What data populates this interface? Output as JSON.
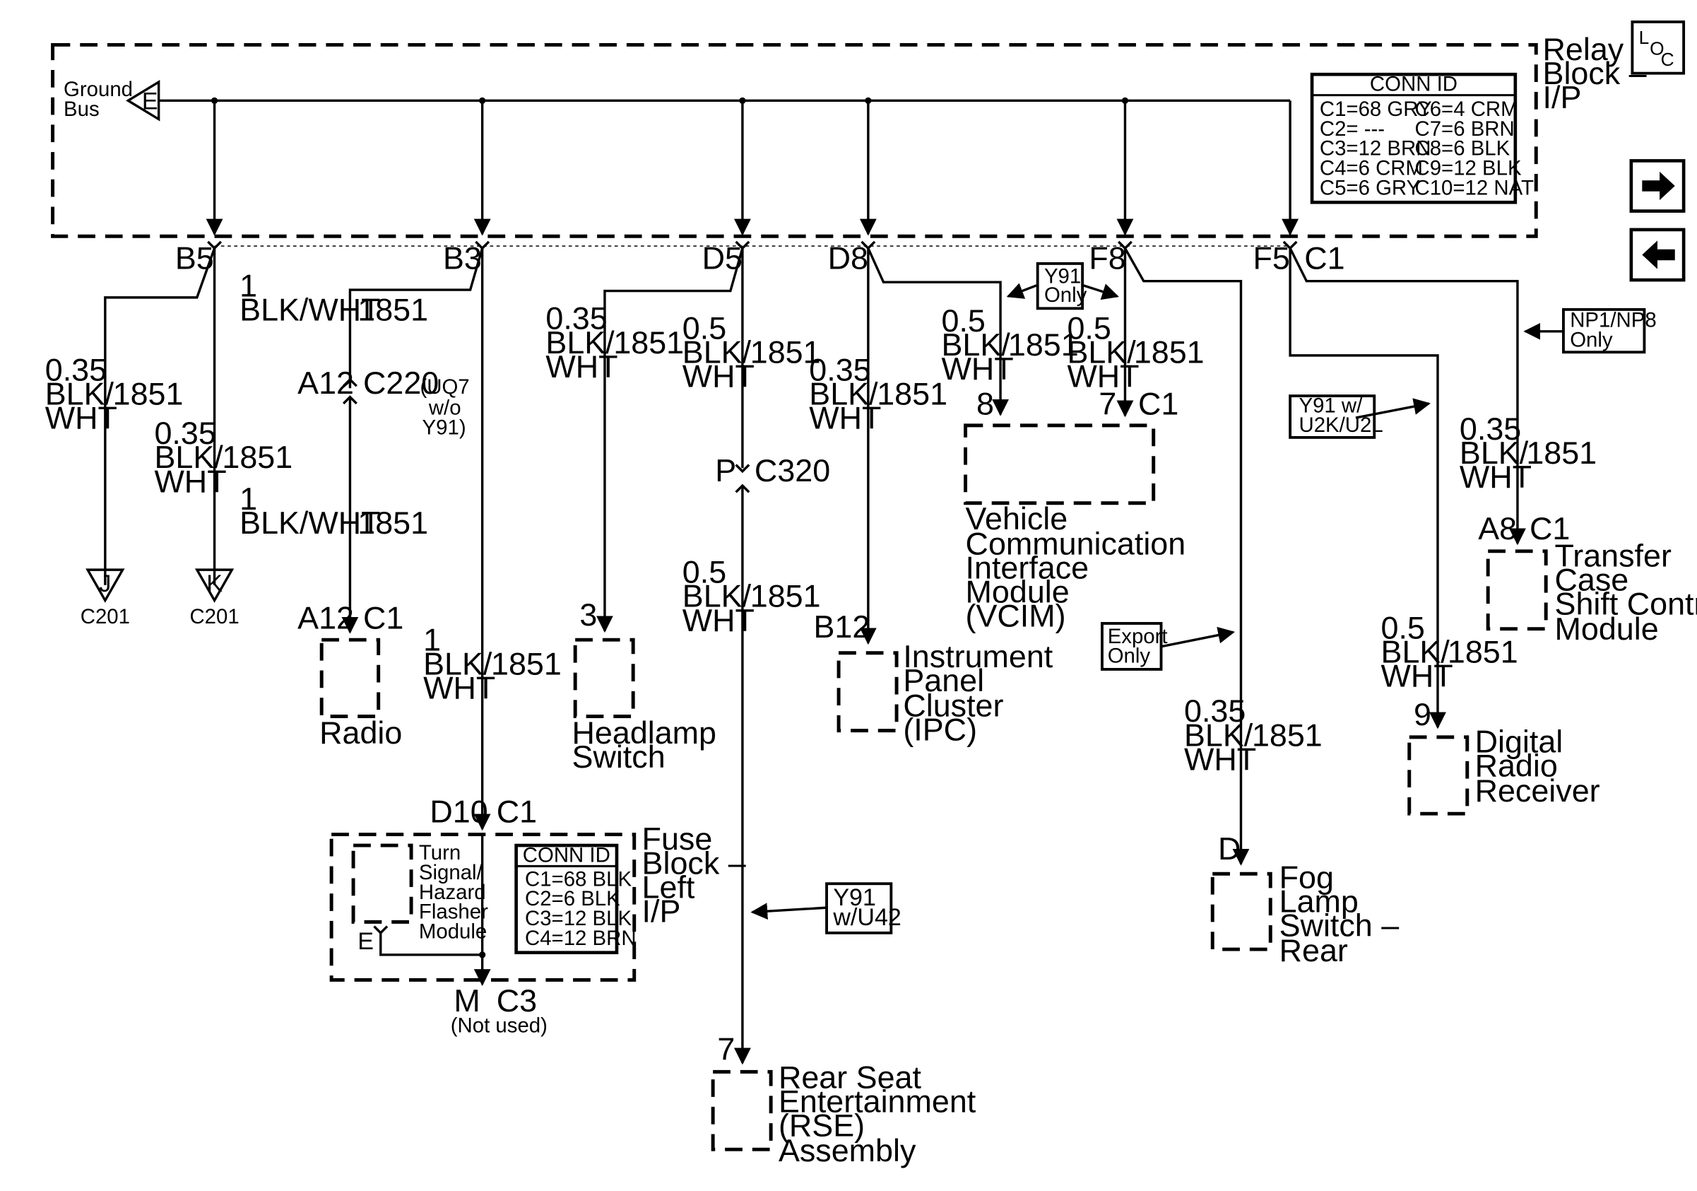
{
  "relay_block": {
    "title_lines": [
      "Relay",
      "Block –",
      "I/P"
    ],
    "ground_bus_lines": [
      "Ground",
      "Bus"
    ],
    "ground_pin": "E",
    "conn_id": {
      "header": "CONN ID",
      "left": [
        "C1=68 GRY",
        "C2= ---",
        "C3=12 BRN",
        "C4=6 CRM",
        "C5=6 GRY"
      ],
      "right": [
        "C6=4 CRM",
        "C7=6 BRN",
        "C8=6 BLK",
        "C9=12 BLK",
        "C10=12 NAT"
      ]
    },
    "pins": [
      "B5",
      "B3",
      "D5",
      "D8",
      "F8",
      "F5",
      "C1"
    ]
  },
  "loc_icon": {
    "l": "L",
    "o": "O",
    "c": "C"
  },
  "nav": {
    "next": "➡",
    "prev": "⬅"
  },
  "wires": {
    "b5": [
      "0.35",
      "BLK/",
      "WHT",
      "1851"
    ],
    "k": [
      "0.35",
      "BLK/",
      "WHT",
      "1851"
    ],
    "b3_top": [
      "1",
      "BLK/WHT",
      "1851"
    ],
    "b3_bottom": [
      "1",
      "BLK/WHT",
      "1851"
    ],
    "b3_main": [
      "1",
      "BLK/",
      "WHT",
      "1851"
    ],
    "d5": [
      "0.35",
      "BLK/",
      "WHT",
      "1851"
    ],
    "p_top": [
      "0.5",
      "BLK/",
      "WHT",
      "1851"
    ],
    "p_bottom": [
      "0.5",
      "BLK/",
      "WHT",
      "1851"
    ],
    "d8": [
      "0.35",
      "BLK/",
      "WHT",
      "1851"
    ],
    "vcim8": [
      "0.5",
      "BLK/",
      "WHT",
      "1851"
    ],
    "vcim7": [
      "0.5",
      "BLK/",
      "WHT",
      "1851"
    ],
    "fog": [
      "0.35",
      "BLK/",
      "WHT",
      "1851"
    ],
    "tcase": [
      "0.35",
      "BLK/",
      "WHT",
      "1851"
    ],
    "drr": [
      "0.5",
      "BLK/",
      "WHT",
      "1851"
    ]
  },
  "grounds": [
    {
      "letter": "J",
      "conn": "C201"
    },
    {
      "letter": "K",
      "conn": "C201"
    }
  ],
  "connectors": {
    "c220_pin": "A12",
    "c220_name": "C220",
    "c220_note": [
      "(UQ7",
      "w/o",
      "Y91)"
    ],
    "radio_pin": "A12",
    "radio_conn": "C1",
    "c320_pin": "P",
    "c320_name": "C320",
    "headlamp_pin": "3",
    "ipc_pin": "B12",
    "vcim_pin8": "8",
    "vcim_pin7": "7",
    "vcim_conn": "C1",
    "fuse_pin": "D10",
    "fuse_conn": "C1",
    "fuse_out_pin": "M",
    "fuse_out_conn": "C3",
    "fuse_out_note": "(Not used)",
    "flasher_pin": "E",
    "rse_pin": "7",
    "tcase_pin": "A8",
    "tcase_conn": "C1",
    "drr_pin": "9",
    "fog_pin": "D"
  },
  "components": {
    "radio": [
      "Radio"
    ],
    "headlamp": [
      "Headlamp",
      "Switch"
    ],
    "ipc": [
      "Instrument",
      "Panel",
      "Cluster",
      "(IPC)"
    ],
    "vcim": [
      "Vehicle",
      "Communication",
      "Interface",
      "Module",
      "(VCIM)"
    ],
    "rse": [
      "Rear Seat",
      "Entertainment",
      "(RSE)",
      "Assembly"
    ],
    "tcase": [
      "Transfer",
      "Case",
      "Shift Control",
      "Module"
    ],
    "drr": [
      "Digital",
      "Radio",
      "Receiver"
    ],
    "fog": [
      "Fog",
      "Lamp",
      "Switch –",
      "Rear"
    ],
    "fuse_block": [
      "Fuse",
      "Block –",
      "Left",
      "I/P"
    ],
    "flasher": [
      "Turn",
      "Signal/",
      "Hazard",
      "Flasher",
      "Module"
    ],
    "fuse_conn_id": {
      "header": "CONN ID",
      "rows": [
        "C1=68 BLK",
        "C2=6 BLK",
        "C3=12 BLK",
        "C4=12 BRN"
      ]
    }
  },
  "option_notes": {
    "y91_only": [
      "Y91",
      "Only"
    ],
    "y91_u2k": [
      "Y91 w/",
      "U2K/U2L"
    ],
    "np1": [
      "NP1/NP8",
      "Only"
    ],
    "export": [
      "Export",
      "Only"
    ],
    "y91_u42": [
      "Y91",
      "w/U42"
    ]
  }
}
